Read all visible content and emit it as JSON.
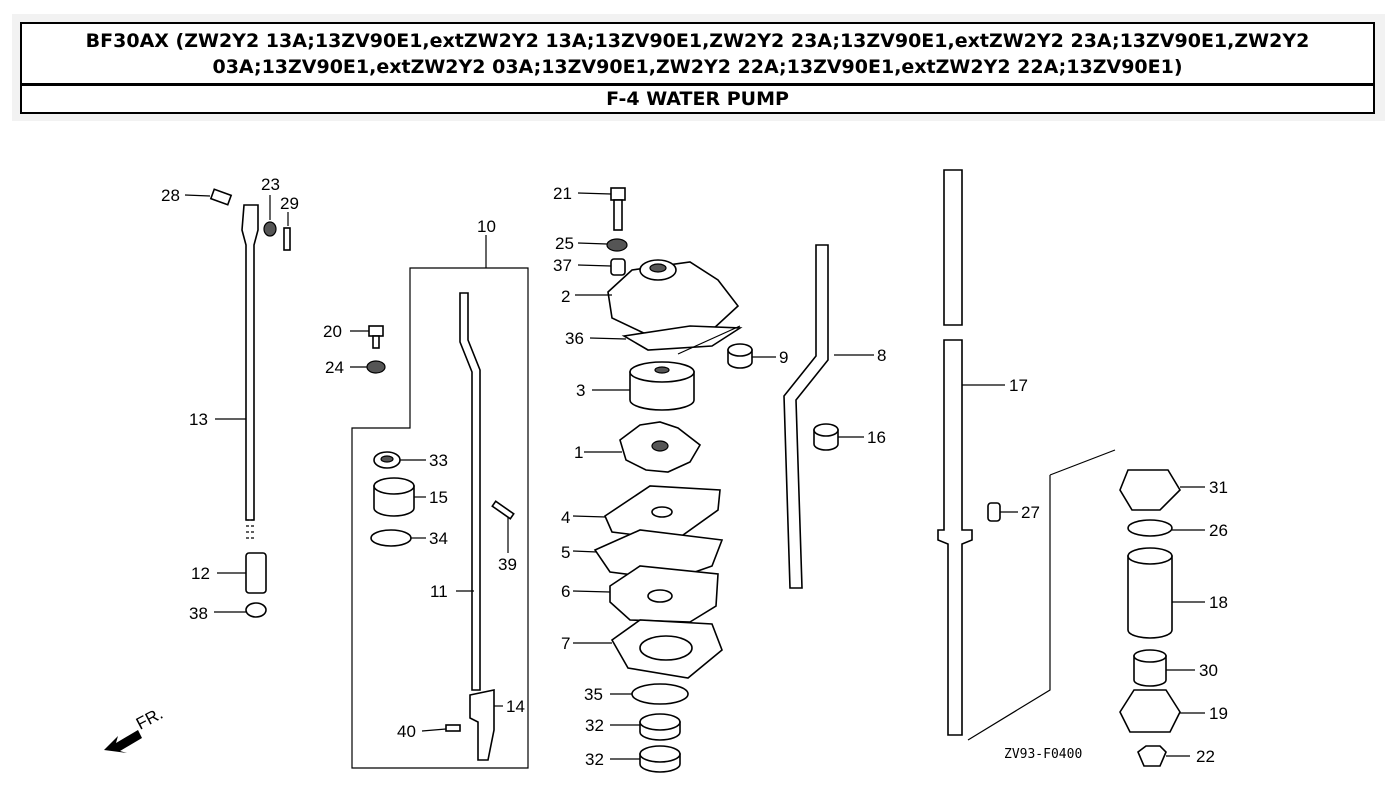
{
  "header": {
    "title": "BF30AX (ZW2Y2 13A;13ZV90E1,extZW2Y2 13A;13ZV90E1,ZW2Y2 23A;13ZV90E1,extZW2Y2 23A;13ZV90E1,ZW2Y2 03A;13ZV90E1,extZW2Y2 03A;13ZV90E1,ZW2Y2 22A;13ZV90E1,extZW2Y2 22A;13ZV90E1)",
    "section": "F-4 WATER PUMP"
  },
  "diagram": {
    "drawing_code": "ZV93-F0400",
    "front_label": "FR.",
    "callouts": [
      "1",
      "2",
      "3",
      "4",
      "5",
      "6",
      "7",
      "8",
      "9",
      "10",
      "11",
      "12",
      "13",
      "14",
      "15",
      "16",
      "17",
      "18",
      "19",
      "20",
      "21",
      "22",
      "23",
      "24",
      "25",
      "26",
      "27",
      "28",
      "29",
      "30",
      "31",
      "32",
      "32",
      "33",
      "34",
      "35",
      "36",
      "37",
      "38",
      "39",
      "40"
    ]
  }
}
